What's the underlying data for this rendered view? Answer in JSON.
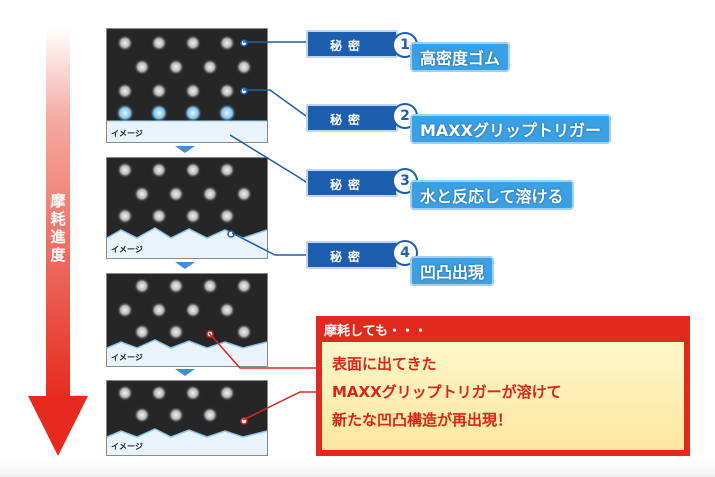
{
  "arrow": {
    "label_chars": [
      "摩",
      "耗",
      "進",
      "度"
    ],
    "color": "#e62b1e"
  },
  "panels": [
    {
      "tag": "イメージ",
      "stage": "new"
    },
    {
      "tag": "イメージ",
      "stage": "worn-1"
    },
    {
      "tag": "イメージ",
      "stage": "worn-2"
    },
    {
      "tag": "イメージ",
      "stage": "worn-3"
    }
  ],
  "secrets": [
    {
      "label": "秘密",
      "number": "1",
      "text": "高密度ゴム"
    },
    {
      "label": "秘密",
      "number": "2",
      "text": "MAXXグリップトリガー"
    },
    {
      "label": "秘密",
      "number": "3",
      "text": "水と反応して溶ける"
    },
    {
      "label": "秘密",
      "number": "4",
      "text": "凹凸出現"
    }
  ],
  "callout": {
    "heading": "摩耗しても・・・",
    "lines": [
      "表面に出てきた",
      "MAXXグリップトリガーが溶けて",
      "新たな凹凸構造が再出現！"
    ]
  },
  "colors": {
    "secret_bg": "#1d5fae",
    "feature_bg": "#3ba0e3",
    "callout_red": "#e02a1d",
    "callout_text": "#d9261a"
  }
}
